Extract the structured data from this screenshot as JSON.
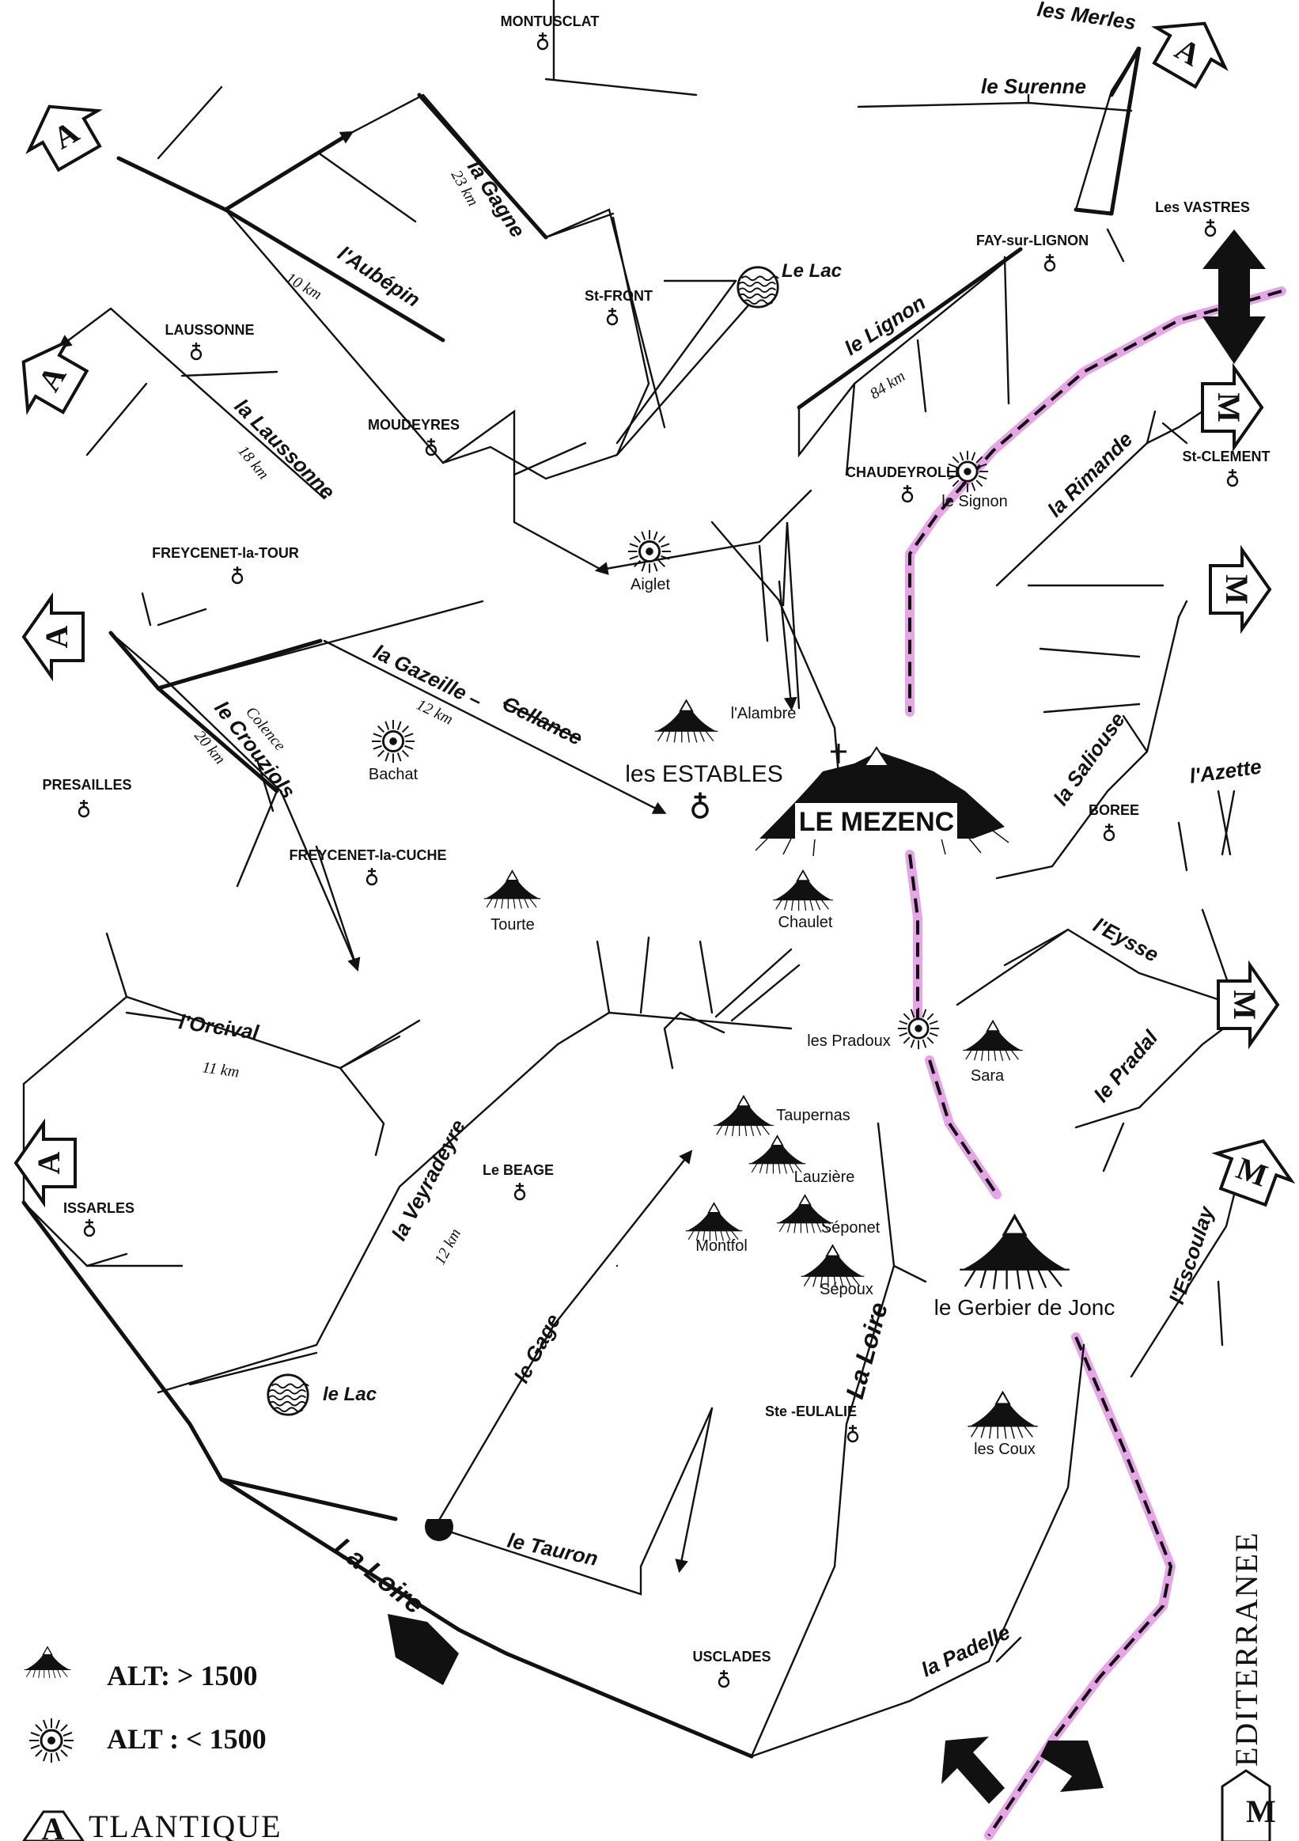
{
  "rivers": {
    "gagne": "la Gagne",
    "aubepin": "l'Aubépin",
    "laussonne": "la Laussonne",
    "gazeille": "la Gazeille –",
    "gazeille_struck": "Gellance",
    "crouziols": "le Crouziols",
    "orcival": "l'Orcival",
    "veyradeyre": "la Veyradeyre",
    "gage": "le Gage",
    "tauron": "le Tauron",
    "loire_main": "La Loire",
    "loire_upper": "La Loire",
    "padelle": "la Padelle",
    "lignon": "le Lignon",
    "surenne": "le Surenne",
    "merles": "les Merles",
    "rimande": "la Rimande",
    "saliouse": "la Saliouse",
    "azette": "l'Azette",
    "eysse": "l'Eysse",
    "pradal": "le Pradal",
    "escoulay": "l'Escoulay"
  },
  "distances": {
    "gagne": "23 km",
    "aubepin": "10 km",
    "laussonne": "18 km",
    "gazeille": "12 km",
    "crouziols_alt": "Colence",
    "crouziols": "20 km",
    "orcival": "11 km",
    "veyradeyre": "12 km",
    "lignon": "84 km"
  },
  "towns": {
    "montusclat": "MONTUSCLAT",
    "st_front": "St-FRONT",
    "laussonne": "LAUSSONNE",
    "moudeyres": "MOUDEYRES",
    "freycenet_tour": "FREYCENET-la-TOUR",
    "presailles": "PRESAILLES",
    "freycenet_cuche": "FREYCENET-la-CUCHE",
    "estables": "les ESTABLES",
    "chaudeyrolles": "CHAUDEYROLLES",
    "fay": "FAY-sur-LIGNON",
    "vastres": "Les VASTRES",
    "st_clement": "St-CLEMENT",
    "boree": "BOREE",
    "beage": "Le BEAGE",
    "issarles": "ISSARLES",
    "ste_eulalie": "Ste -EULALIE",
    "usclades": "USCLADES"
  },
  "peaks": {
    "alambre": "l'Alambre",
    "mezenc": "LE MEZENC",
    "chaulet": "Chaulet",
    "tourte": "Tourte",
    "sara": "Sara",
    "taupernas": "Taupernas",
    "lauziere": "Lauzière",
    "montfol": "Montfol",
    "seponet": "Séponet",
    "sepoux": "Sépoux",
    "gerbier": "le Gerbier de Jonc",
    "coux": "les Coux",
    "aiglet": "Aiglet",
    "bachat": "Bachat",
    "signon": "le Signon",
    "pradoux": "les Pradoux"
  },
  "lakes": {
    "north": "Le Lac",
    "south": "le Lac"
  },
  "arrows": {
    "atlantic": "A",
    "mediterranean": "M"
  },
  "legend": {
    "high": "ALT: > 1500",
    "low": "ALT : < 1500"
  },
  "sides": {
    "atlantique_initial": "A",
    "atlantique_rest": "TLANTIQUE",
    "mediterranee_initial": "M",
    "mediterranee_rest": "EDITERRANEE"
  },
  "colors": {
    "ink": "#111111",
    "watershed": "#e6a6e6",
    "background": "#ffffff"
  }
}
